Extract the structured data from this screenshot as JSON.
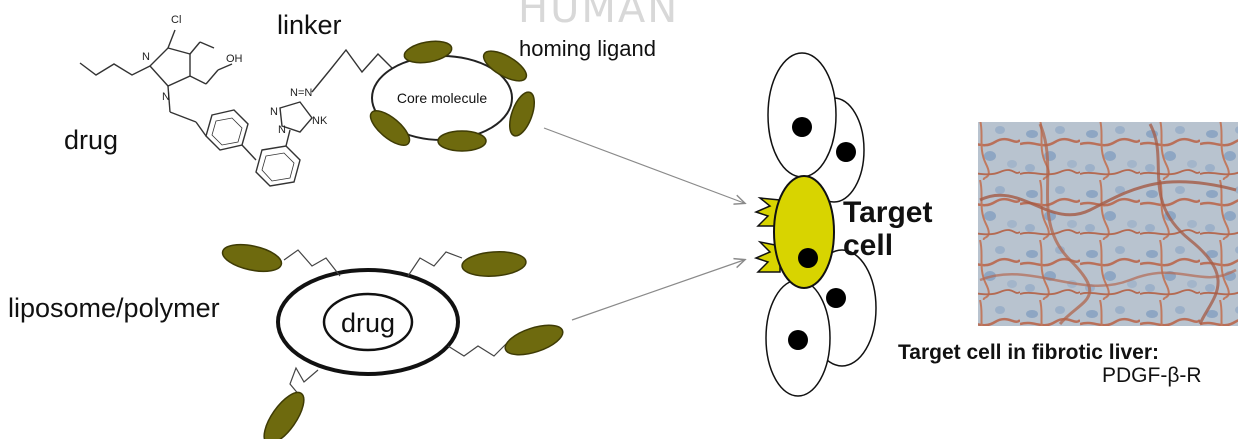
{
  "watermark": "HUMAN",
  "labels": {
    "linker": "linker",
    "homing_ligand": "homing ligand",
    "drug": "drug",
    "core_molecule": "Core molecule",
    "liposome_polymer": "liposome/polymer",
    "drug_inner": "drug",
    "target_cell_line1": "Target",
    "target_cell_line2": "cell",
    "caption_line1": "Target cell in fibrotic liver:",
    "caption_line2": "PDGF-β-R"
  },
  "molecule_atoms": {
    "cl": "Cl",
    "oh": "OH",
    "n1": "N",
    "n2": "N",
    "n3": "N",
    "n4": "N=N",
    "n5": "N",
    "nk": "NK"
  },
  "colors": {
    "ligand": "#6e6a0e",
    "ligand_stroke": "#3e3b05",
    "target_cell": "#d8d400",
    "nucleus": "#000000",
    "arrow": "#8a8a8a"
  },
  "icons": [
    "ligand-ellipse",
    "cell-nucleus",
    "receptor-zigzag",
    "arrow"
  ]
}
